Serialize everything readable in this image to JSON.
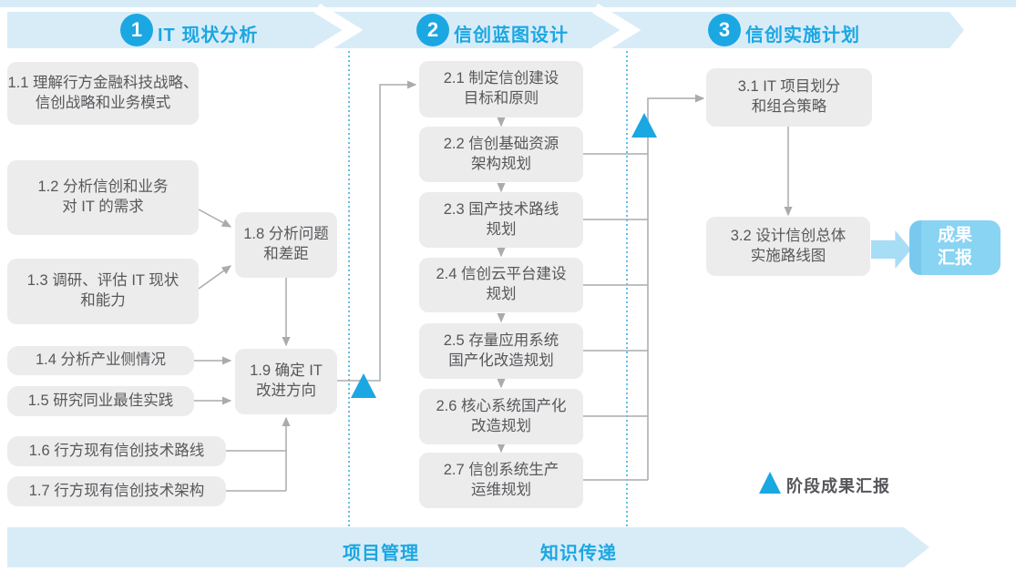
{
  "colors": {
    "accent_blue": "#1BA7E2",
    "band_light_blue": "#D8ECF8",
    "box_gray": "#ECECEC",
    "box_text": "#57585B",
    "line_gray": "#A9ABAE",
    "result_blue": "#89D3F3"
  },
  "phases": [
    {
      "number": "1",
      "title": "IT 现状分析"
    },
    {
      "number": "2",
      "title": "信创蓝图设计"
    },
    {
      "number": "3",
      "title": "信创实施计划"
    }
  ],
  "steps": {
    "s1_1": "1.1 理解行方金融科技战略、\n信创战略和业务模式",
    "s1_2": "1.2 分析信创和业务\n对 IT 的需求",
    "s1_3": "1.3 调研、评估 IT 现状\n和能力",
    "s1_4": "1.4 分析产业侧情况",
    "s1_5": "1.5 研究同业最佳实践",
    "s1_6": "1.6 行方现有信创技术路线",
    "s1_7": "1.7 行方现有信创技术架构",
    "s1_8": "1.8 分析问题\n和差距",
    "s1_9": "1.9 确定 IT\n改进方向",
    "s2_1": "2.1 制定信创建设\n目标和原则",
    "s2_2": "2.2 信创基础资源\n架构规划",
    "s2_3": "2.3 国产技术路线\n规划",
    "s2_4": "2.4 信创云平台建设\n规划",
    "s2_5": "2.5 存量应用系统\n国产化改造规划",
    "s2_6": "2.6 核心系统国产化\n改造规划",
    "s2_7": "2.7 信创系统生产\n运维规划",
    "s3_1": "3.1 IT 项目划分\n和组合策略",
    "s3_2": "3.2 设计信创总体\n实施路线图"
  },
  "result_box": "成果\n汇报",
  "legend": {
    "label": "阶段成果汇报"
  },
  "footer": {
    "left_label": "项目管理",
    "right_label": "知识传递"
  }
}
